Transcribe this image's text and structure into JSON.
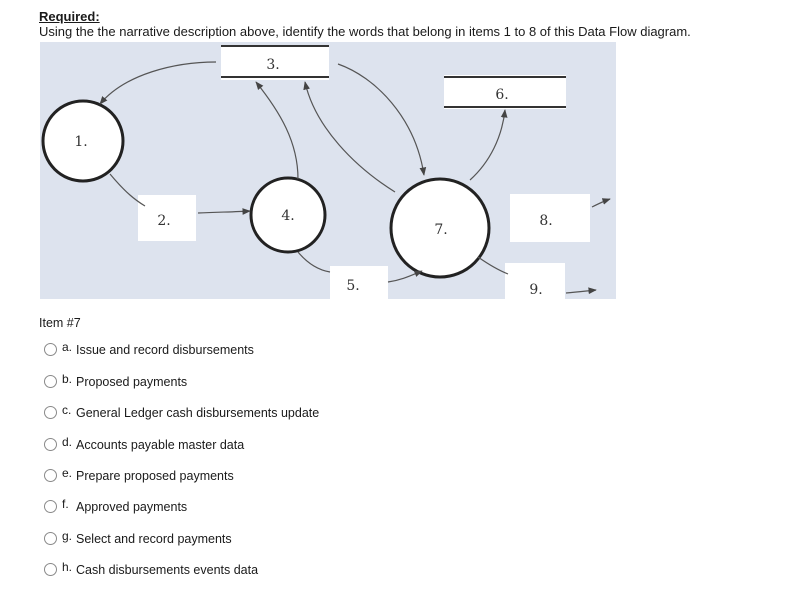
{
  "header": {
    "required": "Required:",
    "instructions": "Using the the narrative description above, identify the words that belong in items 1 to 8 of this Data Flow diagram."
  },
  "diagram": {
    "labels": [
      "1.",
      "2.",
      "3.",
      "4.",
      "5.",
      "6.",
      "7.",
      "8.",
      "9."
    ],
    "background_color": "#dde3ee"
  },
  "question": {
    "item_label": "Item #7",
    "options": [
      {
        "letter": "a.",
        "text": "Issue and record disbursements"
      },
      {
        "letter": "b.",
        "text": "Proposed payments"
      },
      {
        "letter": "c.",
        "text": "General Ledger cash disbursements update"
      },
      {
        "letter": "d.",
        "text": "Accounts payable master data"
      },
      {
        "letter": "e.",
        "text": "Prepare proposed payments"
      },
      {
        "letter": "f.",
        "text": "Approved payments"
      },
      {
        "letter": "g.",
        "text": "Select and record payments"
      },
      {
        "letter": "h.",
        "text": "Cash disbursements events data"
      }
    ]
  }
}
